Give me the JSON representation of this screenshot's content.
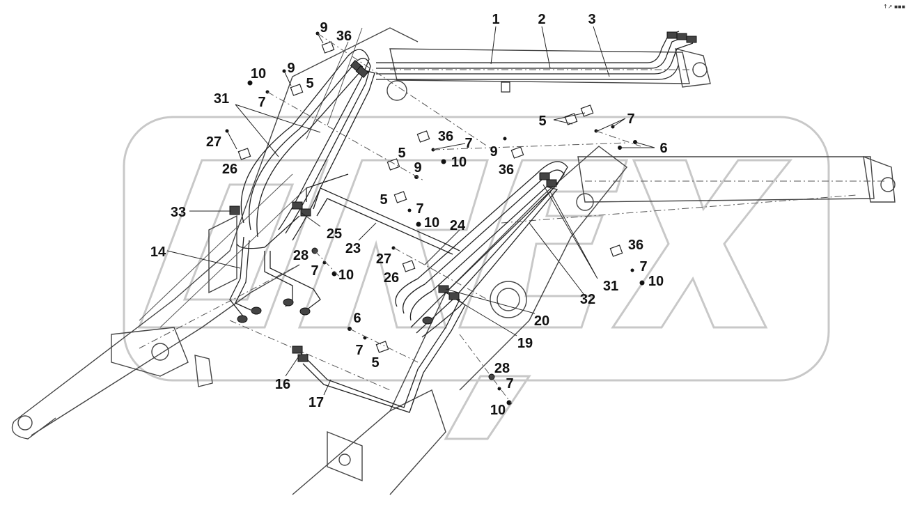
{
  "diagram": {
    "watermark_text": "OREX",
    "corner_mark": "↑↗ ▪▪▪",
    "callouts": [
      {
        "id": "c1",
        "text": "1"
      },
      {
        "id": "c2",
        "text": "2"
      },
      {
        "id": "c3",
        "text": "3"
      },
      {
        "id": "c9a",
        "text": "9"
      },
      {
        "id": "c36a",
        "text": "36"
      },
      {
        "id": "c10a",
        "text": "10"
      },
      {
        "id": "c9b",
        "text": "9"
      },
      {
        "id": "c5a",
        "text": "5"
      },
      {
        "id": "c31a",
        "text": "31"
      },
      {
        "id": "c7a",
        "text": "7"
      },
      {
        "id": "c5b",
        "text": "5"
      },
      {
        "id": "c7b",
        "text": "7"
      },
      {
        "id": "c6a",
        "text": "6"
      },
      {
        "id": "c36b",
        "text": "36"
      },
      {
        "id": "c7c",
        "text": "7"
      },
      {
        "id": "c10b",
        "text": "10"
      },
      {
        "id": "c27a",
        "text": "27"
      },
      {
        "id": "c5c",
        "text": "5"
      },
      {
        "id": "c9c",
        "text": "9"
      },
      {
        "id": "c9d",
        "text": "9"
      },
      {
        "id": "c36c",
        "text": "36"
      },
      {
        "id": "c26a",
        "text": "26"
      },
      {
        "id": "c33",
        "text": "33"
      },
      {
        "id": "c5d",
        "text": "5"
      },
      {
        "id": "c7d",
        "text": "7"
      },
      {
        "id": "c10c",
        "text": "10"
      },
      {
        "id": "c24",
        "text": "24"
      },
      {
        "id": "c25",
        "text": "25"
      },
      {
        "id": "c23",
        "text": "23"
      },
      {
        "id": "c14",
        "text": "14"
      },
      {
        "id": "c28a",
        "text": "28"
      },
      {
        "id": "c27b",
        "text": "27"
      },
      {
        "id": "c36d",
        "text": "36"
      },
      {
        "id": "c7e",
        "text": "7"
      },
      {
        "id": "c10d",
        "text": "10"
      },
      {
        "id": "c7f",
        "text": "7"
      },
      {
        "id": "c10e",
        "text": "10"
      },
      {
        "id": "c26b",
        "text": "26"
      },
      {
        "id": "c31b",
        "text": "31"
      },
      {
        "id": "c32",
        "text": "32"
      },
      {
        "id": "c20",
        "text": "20"
      },
      {
        "id": "c6b",
        "text": "6"
      },
      {
        "id": "c19",
        "text": "19"
      },
      {
        "id": "c7g",
        "text": "7"
      },
      {
        "id": "c5e",
        "text": "5"
      },
      {
        "id": "c28b",
        "text": "28"
      },
      {
        "id": "c16",
        "text": "16"
      },
      {
        "id": "c7h",
        "text": "7"
      },
      {
        "id": "c17",
        "text": "17"
      },
      {
        "id": "c10f",
        "text": "10"
      }
    ]
  }
}
